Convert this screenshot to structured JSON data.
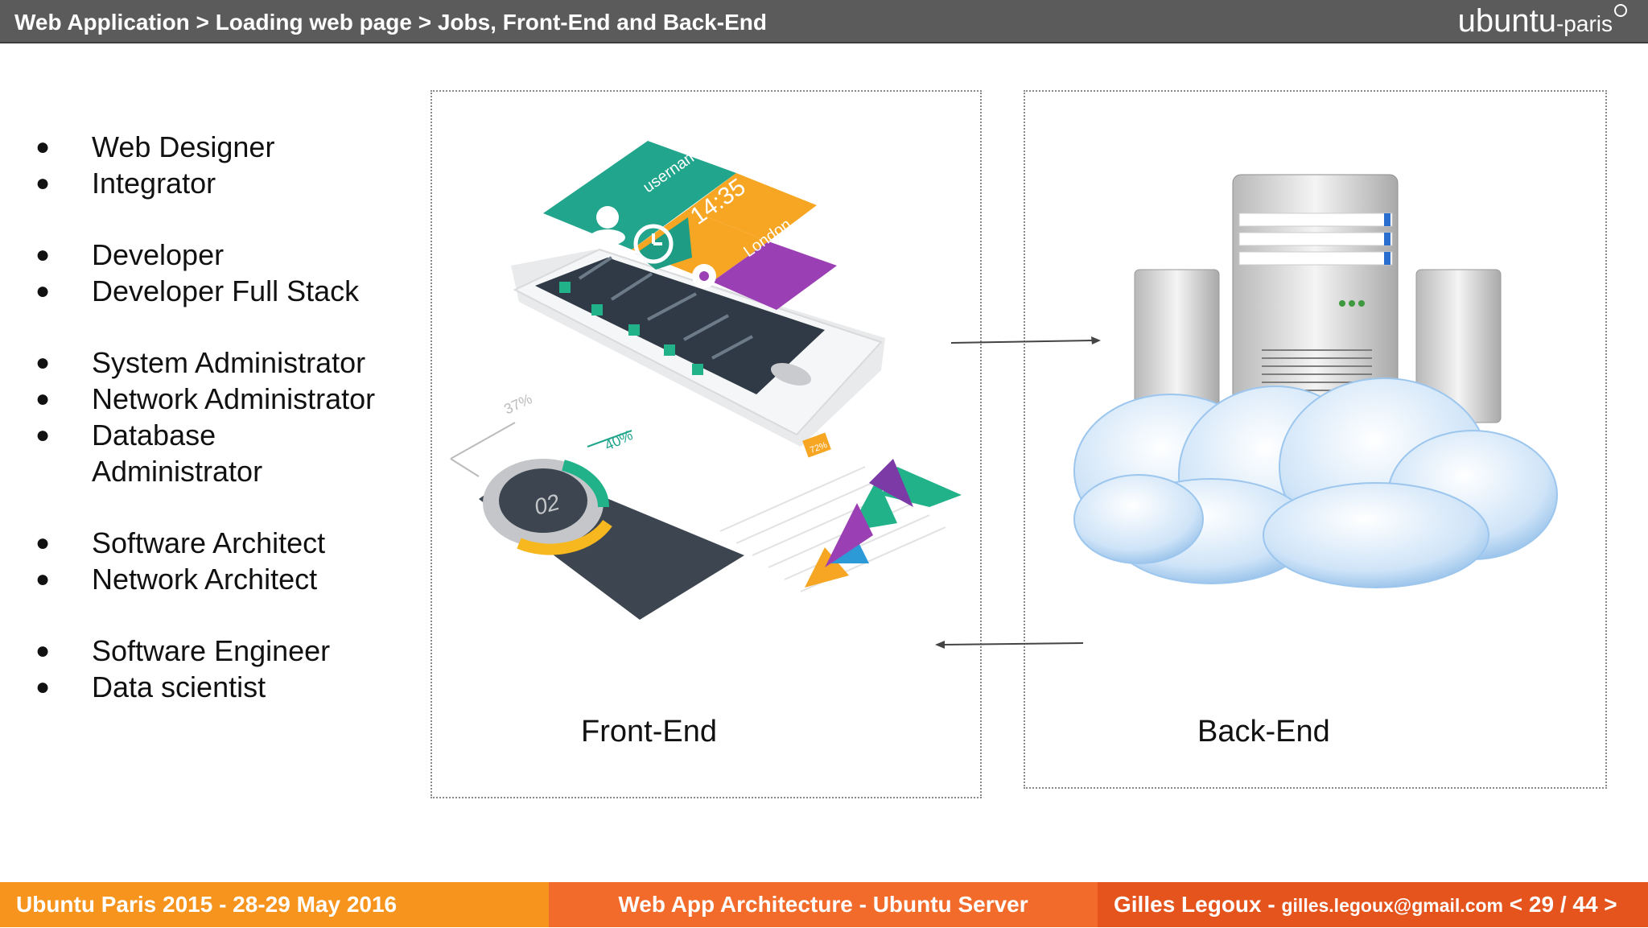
{
  "header": {
    "title": "Web Application > Loading web page > Jobs, Front-End and Back-End",
    "logo_main": "ubuntu",
    "logo_sub": "-paris"
  },
  "jobs": [
    "Web Designer",
    "Integrator",
    "Developer",
    "Developer Full Stack",
    "System Administrator",
    "Network Administrator",
    "Database Administrator",
    "Software Architect",
    "Network Architect",
    "Software Engineer",
    "Data scientist"
  ],
  "bullet": "●",
  "front_end": {
    "label": "Front-End",
    "tiles": {
      "username": "username",
      "time": "14:35",
      "city": "London"
    },
    "chart_labels": {
      "pct_a": "37%",
      "pct_b": "40%",
      "center": "02",
      "tag": "72%"
    }
  },
  "back_end": {
    "label": "Back-End"
  },
  "footer": {
    "left": "Ubuntu Paris 2015 - 28-29 May 2016",
    "center": "Web App Architecture - Ubuntu Server",
    "author": "Gilles Legoux - ",
    "email": "gilles.legoux@gmail.com",
    "page": "< 29 / 44 >"
  },
  "colors": {
    "header_bg": "#5b5b5b",
    "footer_left": "#f7941d",
    "footer_center": "#f26b2a",
    "footer_right": "#e5541c",
    "tile_teal": "#21a58c",
    "tile_orange": "#f6a623",
    "tile_purple": "#9b3fb5"
  }
}
